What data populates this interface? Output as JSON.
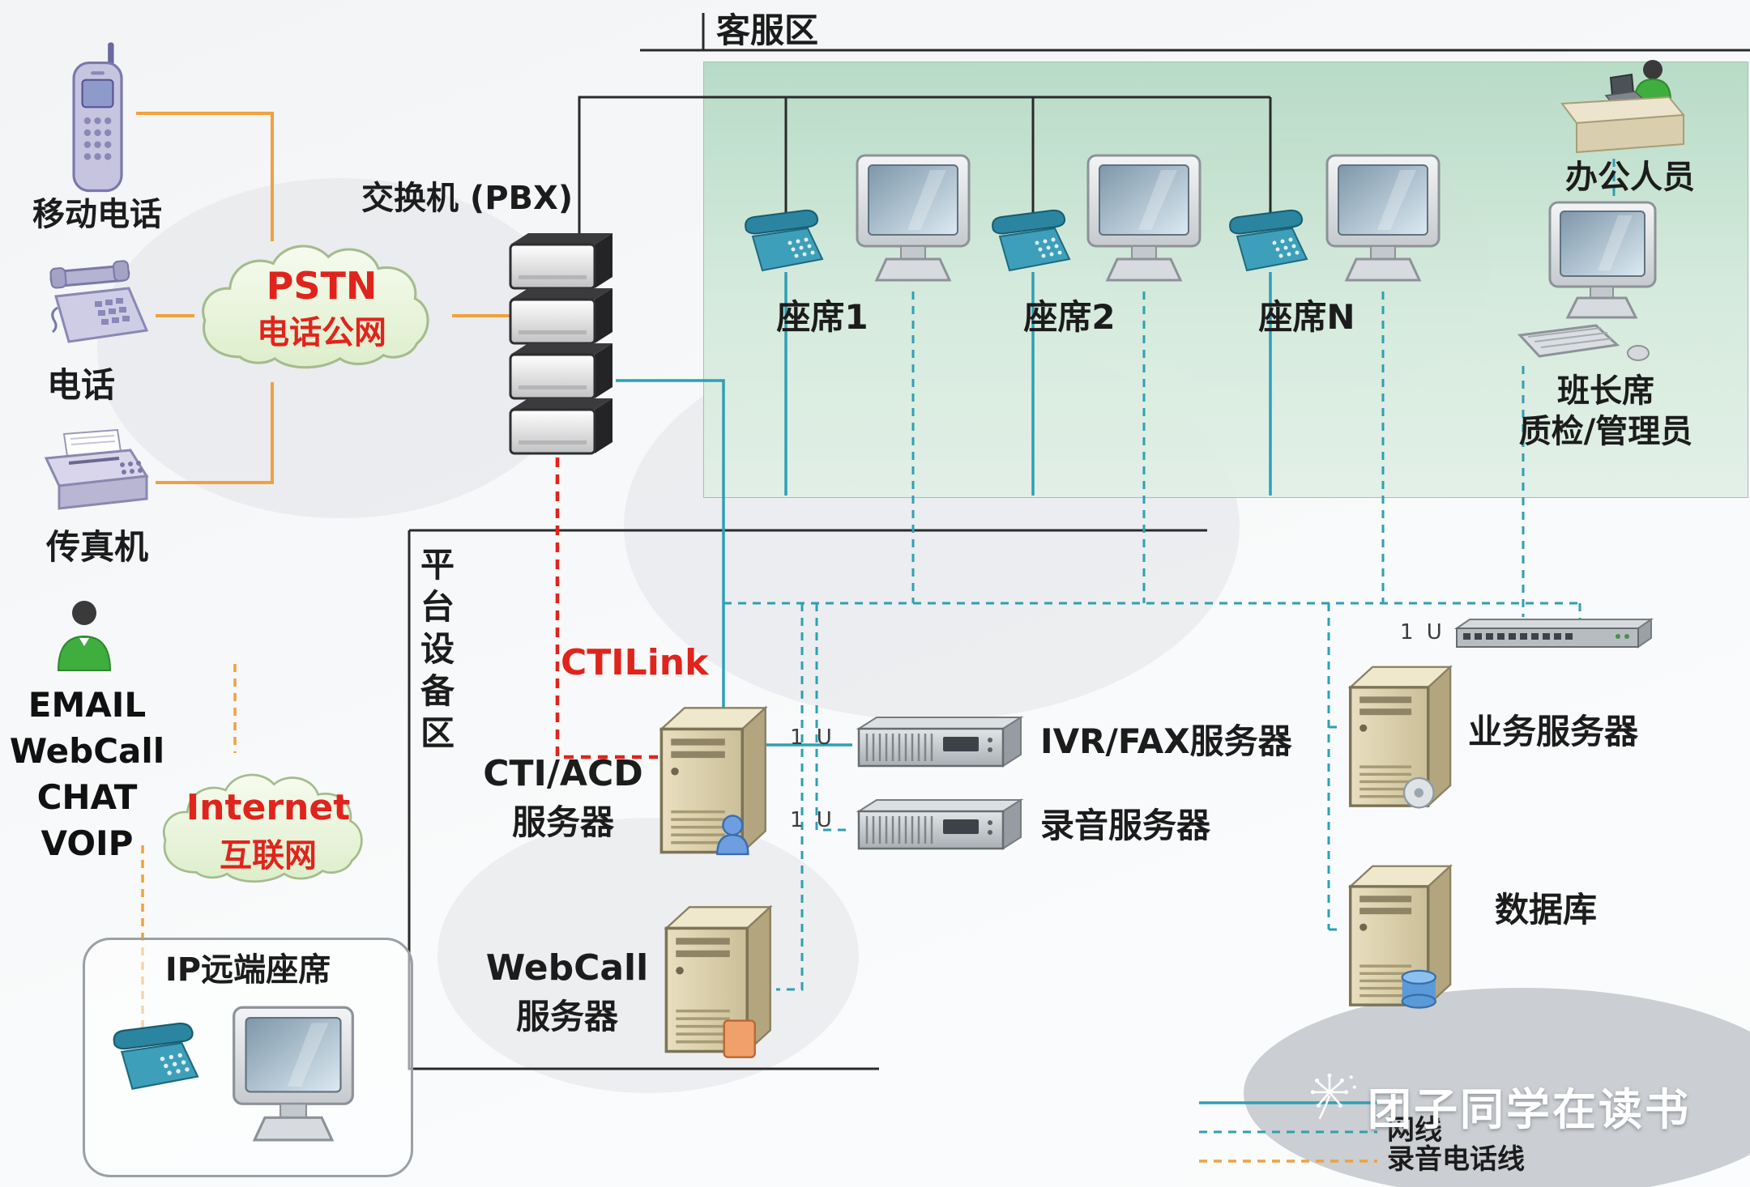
{
  "service_area": {
    "label": "客服区"
  },
  "platform_area": {
    "c0": "平",
    "c1": "台",
    "c2": "设",
    "c3": "备",
    "c4": "区"
  },
  "pbx": {
    "label": "交换机 (PBX)"
  },
  "left": {
    "mobile_label": "移动电话",
    "phone_label": "电话",
    "fax_label": "传真机",
    "email": "EMAIL",
    "webcall": "WebCall",
    "chat": "CHAT",
    "voip": "VOIP"
  },
  "pstn": {
    "line1": "PSTN",
    "line2": "电话公网"
  },
  "internet": {
    "line1": "Internet",
    "line2": "互联网"
  },
  "ip_remote": {
    "label": "IP远端座席"
  },
  "agents": {
    "a1": "座席1",
    "a2": "座席2",
    "an": "座席N"
  },
  "office": {
    "label": "办公人员"
  },
  "supervisor": {
    "line1": "班长席",
    "line2": "质检/管理员"
  },
  "ctilink": {
    "label": "CTILink"
  },
  "servers": {
    "cti1": "CTI/ACD",
    "cti2": "服务器",
    "web1": "WebCall",
    "web2": "服务器",
    "ivr": "IVR/FAX服务器",
    "record": "录音服务器",
    "business": "业务服务器",
    "database": "数据库",
    "u_ivr": "1 U",
    "u_record": "1 U",
    "u_switch": "1 U"
  },
  "legend": {
    "net": "网线",
    "record_line": "录音电话线"
  },
  "watermark": {
    "text": "团子同学在读书"
  },
  "colors": {
    "orange": "#f0a13e",
    "red": "#e0241c",
    "teal": "#2f9fb4"
  }
}
